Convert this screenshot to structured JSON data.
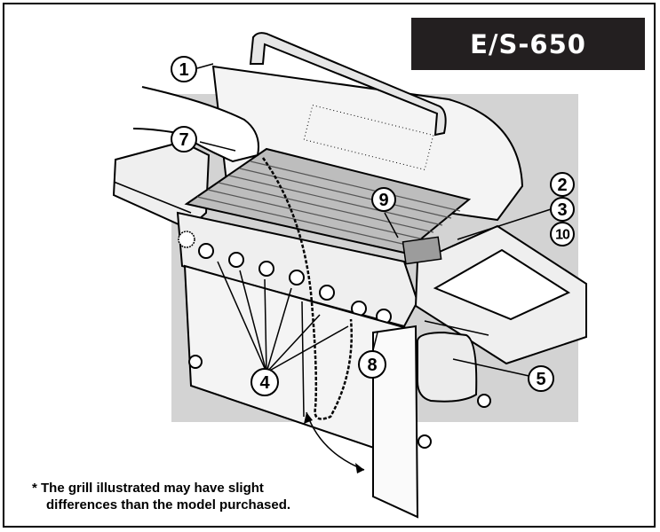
{
  "model": "E/S-650",
  "callouts": [
    "1",
    "2",
    "3",
    "4",
    "5",
    "7",
    "8",
    "9",
    "10"
  ],
  "footnote": {
    "line1": "* The grill illustrated may have slight",
    "line2": "differences than the model purchased."
  },
  "colors": {
    "background_panel": "#d3d3d3",
    "model_box": "#231f20",
    "ink": "#000000"
  }
}
